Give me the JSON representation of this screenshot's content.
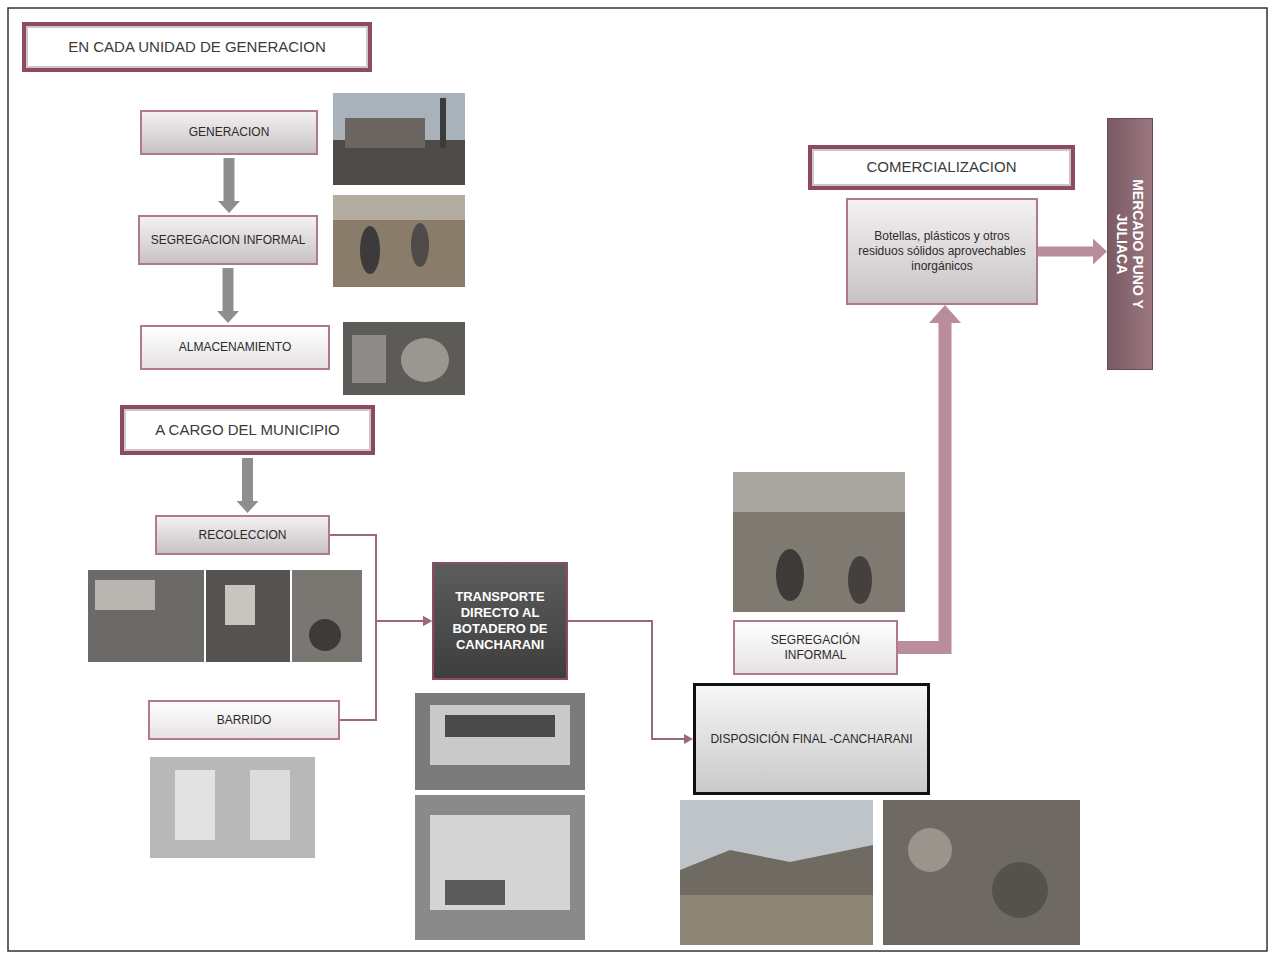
{
  "diagram": {
    "nodes": [
      {
        "text": [
          "EN CADA UNIDAD DE GENERACION"
        ]
      },
      {
        "text": [
          "GENERACION"
        ]
      },
      {
        "text": [
          "SEGREGACION INFORMAL"
        ]
      },
      {
        "text": [
          "ALMACENAMIENTO"
        ]
      },
      {
        "text": [
          "A CARGO DEL MUNICIPIO"
        ]
      },
      {
        "text": [
          "RECOLECCION"
        ]
      },
      {
        "text": [
          "BARRIDO"
        ]
      },
      {
        "text": [
          "TRANSPORTE DIRECTO AL BOTADERO DE CANCHARANI"
        ]
      },
      {
        "text": [
          "SEGREGACIÓN INFORMAL"
        ]
      },
      {
        "text": [
          "DISPOSICIÓN FINAL -CANCHARANI"
        ]
      },
      {
        "text": [
          "COMERCIALIZACION"
        ]
      },
      {
        "text": [
          "Botellas, plásticos y otros residuos sólidos aprovechables inorgánicos"
        ]
      },
      {
        "text": [
          "MERCADO PUNO Y JULIACA"
        ]
      }
    ],
    "edges": [
      {
        "from": 1,
        "to": 2,
        "arrow": "to"
      },
      {
        "from": 2,
        "to": 3,
        "arrow": "to"
      },
      {
        "from": 4,
        "to": 5,
        "arrow": "to"
      },
      {
        "from": 5,
        "to": 7,
        "arrow": "to"
      },
      {
        "from": 6,
        "to": 7,
        "arrow": "to"
      },
      {
        "from": 7,
        "to": 9,
        "arrow": "to"
      },
      {
        "from": 8,
        "to": 11,
        "arrow": "to"
      },
      {
        "from": 11,
        "to": 12,
        "arrow": "to"
      }
    ]
  }
}
